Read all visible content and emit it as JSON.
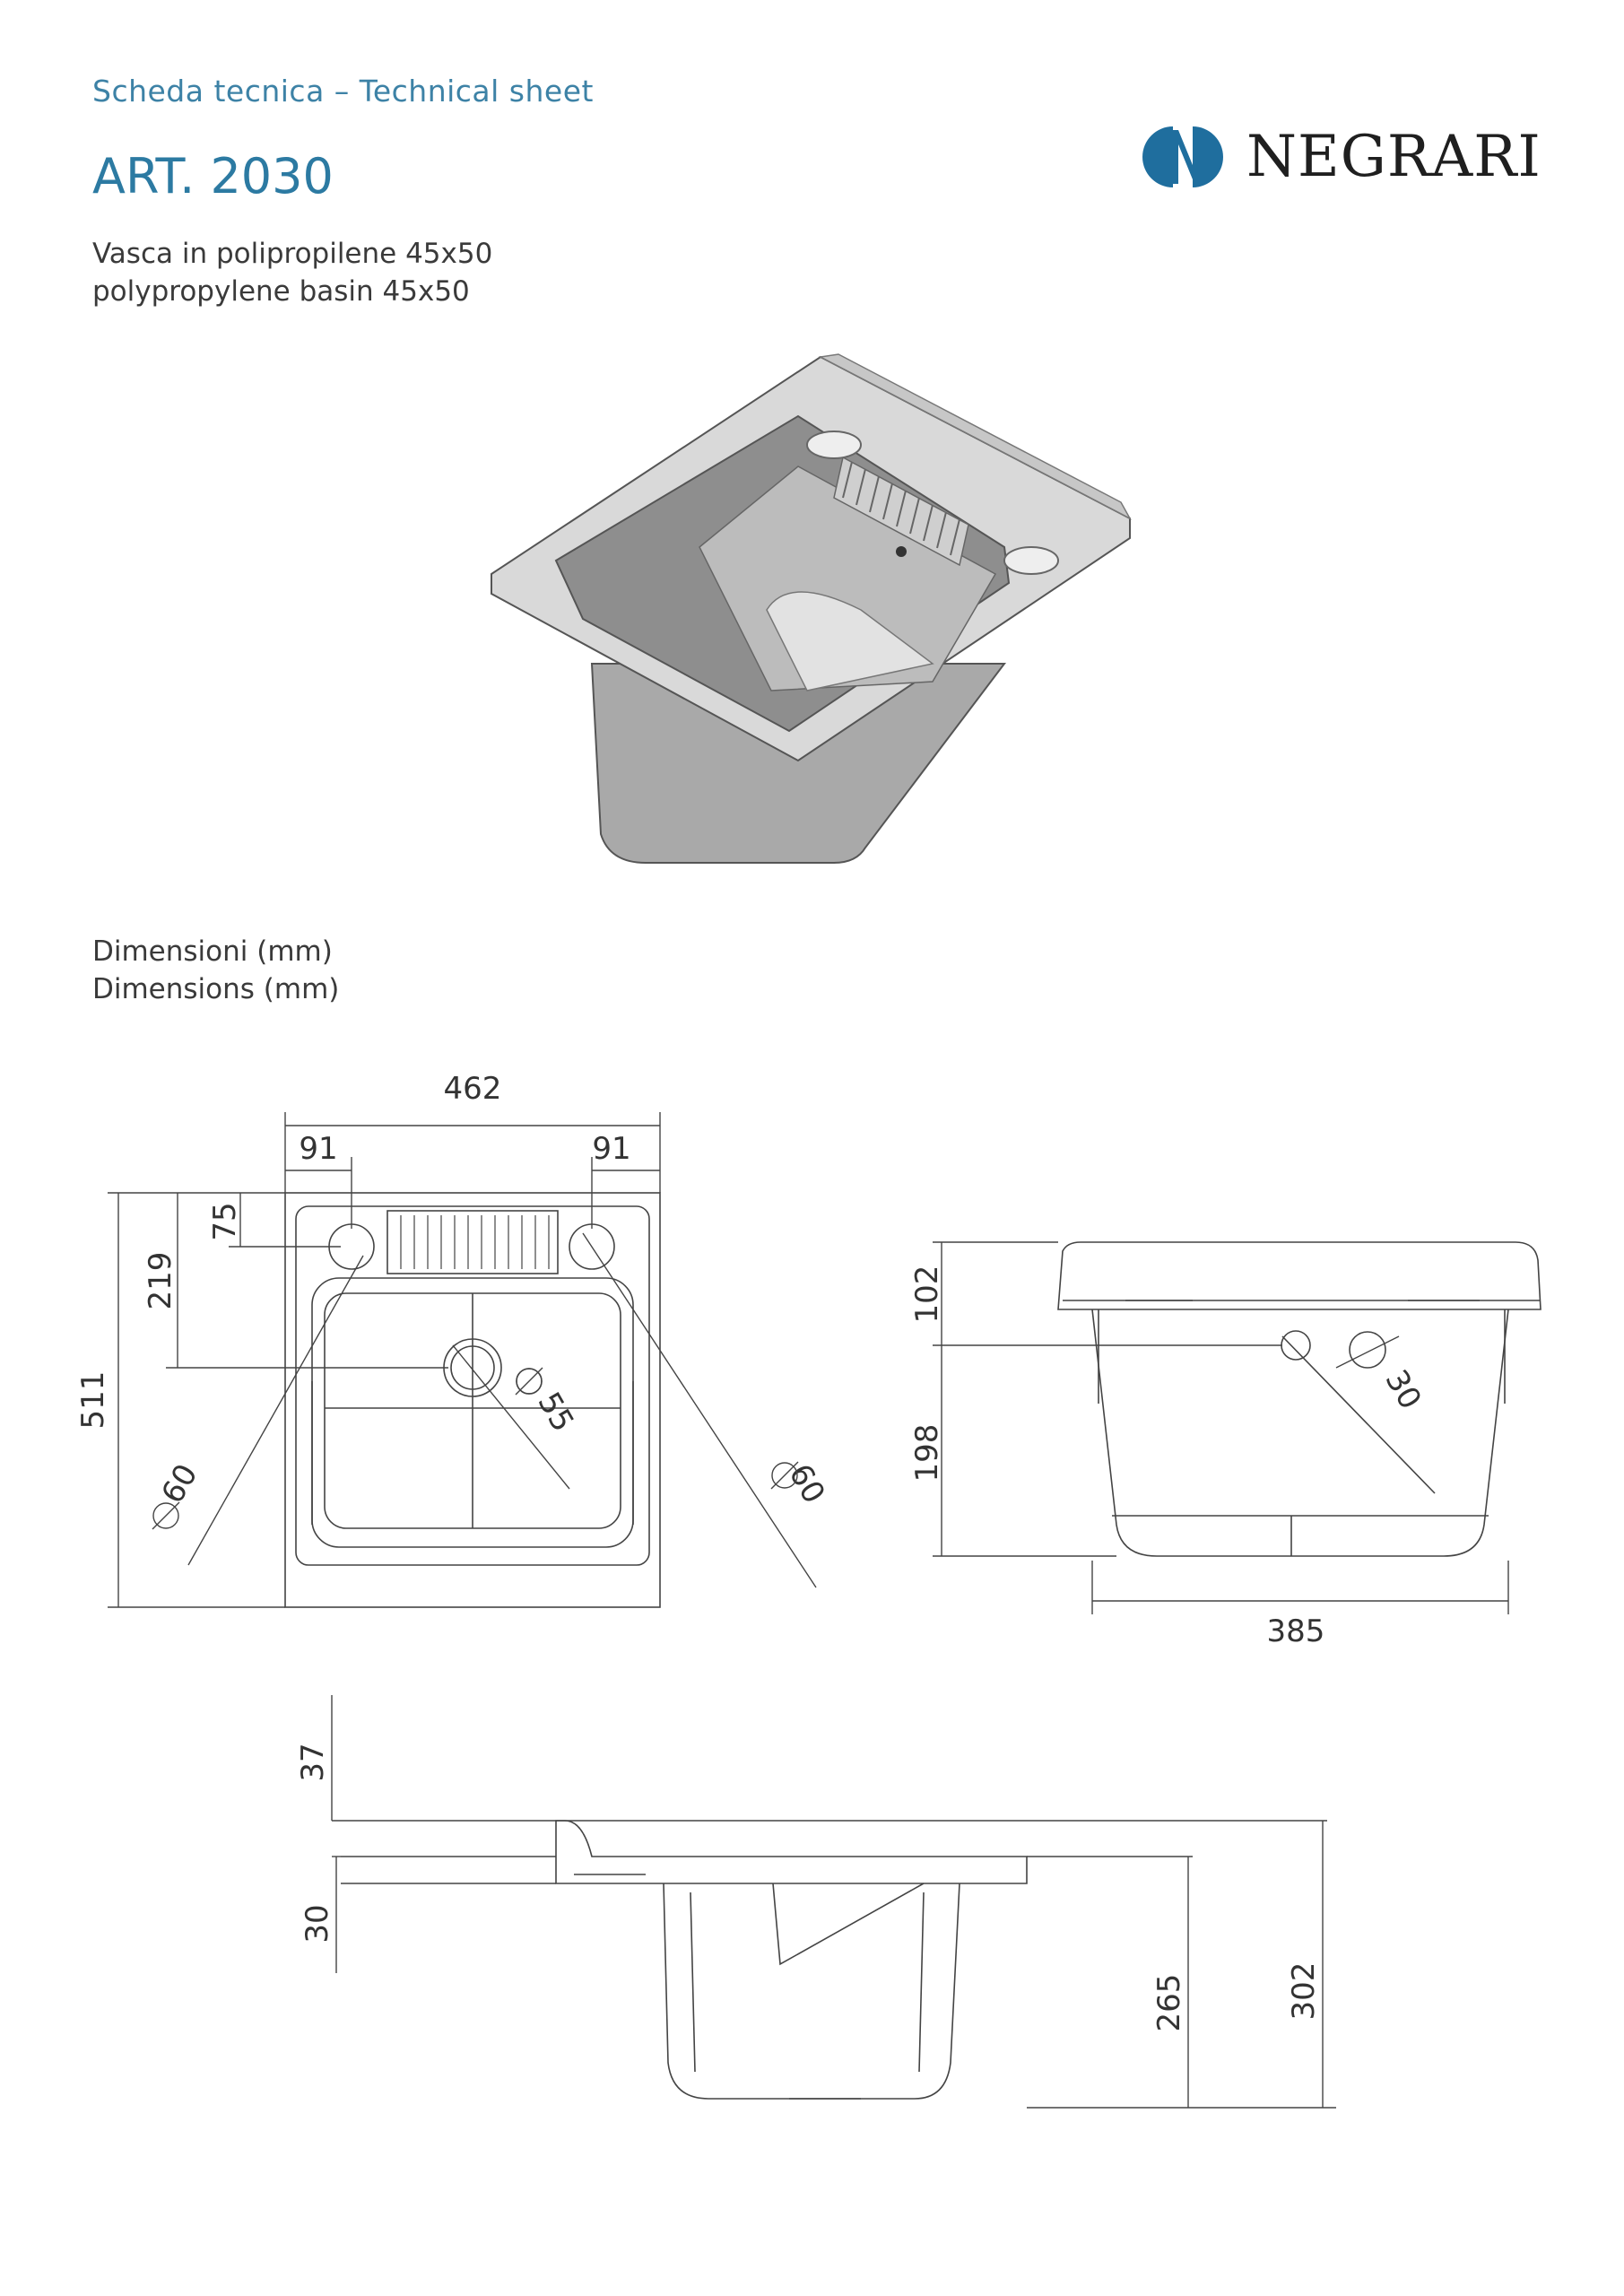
{
  "header": {
    "subtitle": "Scheda tecnica – Technical sheet",
    "article": "ART. 2030"
  },
  "logo": {
    "text": "NEGRARI",
    "mark": "N"
  },
  "description": {
    "line1": "Vasca in polipropilene 45x50",
    "line2": "polypropylene basin 45x50"
  },
  "dimensions_title": {
    "line1": "Dimensioni (mm)",
    "line2": "Dimensions (mm)"
  },
  "top_view": {
    "width": "462",
    "left_offset": "91",
    "right_offset": "91",
    "depth": "511",
    "rim_offset": "75",
    "hole_offset": "219",
    "hole_left": "60",
    "hole_right": "60",
    "drain": "55"
  },
  "front_view": {
    "rim_height": "102",
    "body_height": "198",
    "width": "385",
    "overflow": "30"
  },
  "side_view": {
    "board_height": "37",
    "rim_thickness": "30",
    "basin_depth": "265",
    "total_height": "302"
  },
  "colors": {
    "accent": "#2c7aa2",
    "logo_blue": "#1f6e9e"
  }
}
